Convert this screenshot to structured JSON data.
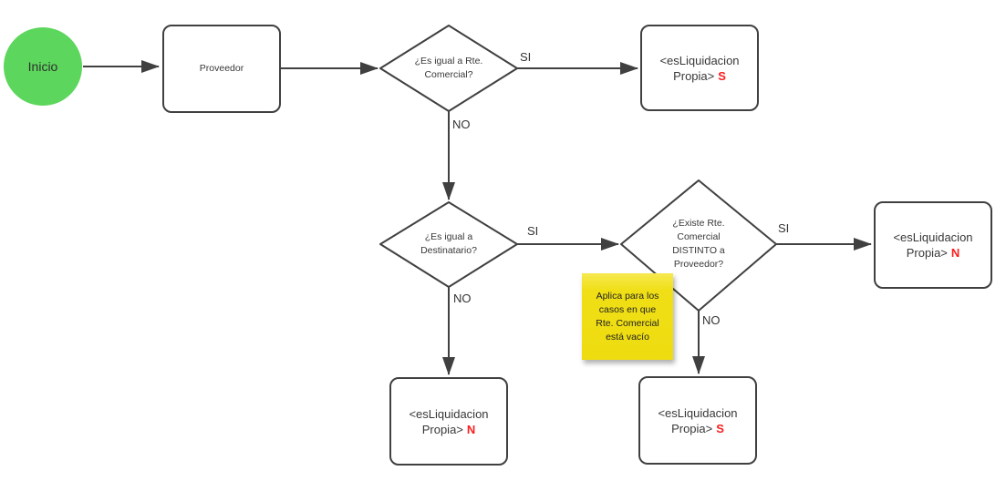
{
  "diagram": {
    "start": {
      "label": "Inicio"
    },
    "nodes": {
      "proveedor": {
        "label": "Proveedor"
      },
      "decision1": {
        "label": "¿Es igual a Rte.\nComercial?"
      },
      "decision2": {
        "label": "¿Es igual a\nDestinatario?"
      },
      "decision3": {
        "label": "¿Existe Rte.\nComercial\nDISTINTO a\nProveedor?"
      },
      "result_top": {
        "label": "<esLiquidacion Propia>",
        "value": "S"
      },
      "result_right": {
        "label": "<esLiquidacion Propia>",
        "value": "N"
      },
      "result_bottom_left": {
        "label": "<esLiquidacion Propia>",
        "value": "N"
      },
      "result_bottom_right": {
        "label": "<esLiquidacion Propia>",
        "value": "S"
      }
    },
    "edges": {
      "d1_yes": "SI",
      "d1_no": "NO",
      "d2_yes": "SI",
      "d2_no": "NO",
      "d3_yes": "SI",
      "d3_no": "NO"
    },
    "note": {
      "text": "Aplica para los\ncasos en que\nRte. Comercial\nestá vacío"
    },
    "colors": {
      "start_fill": "#5CD65C",
      "note_fill": "#F0DF16",
      "line": "#404040",
      "value_red": "#FB1D1D"
    }
  }
}
